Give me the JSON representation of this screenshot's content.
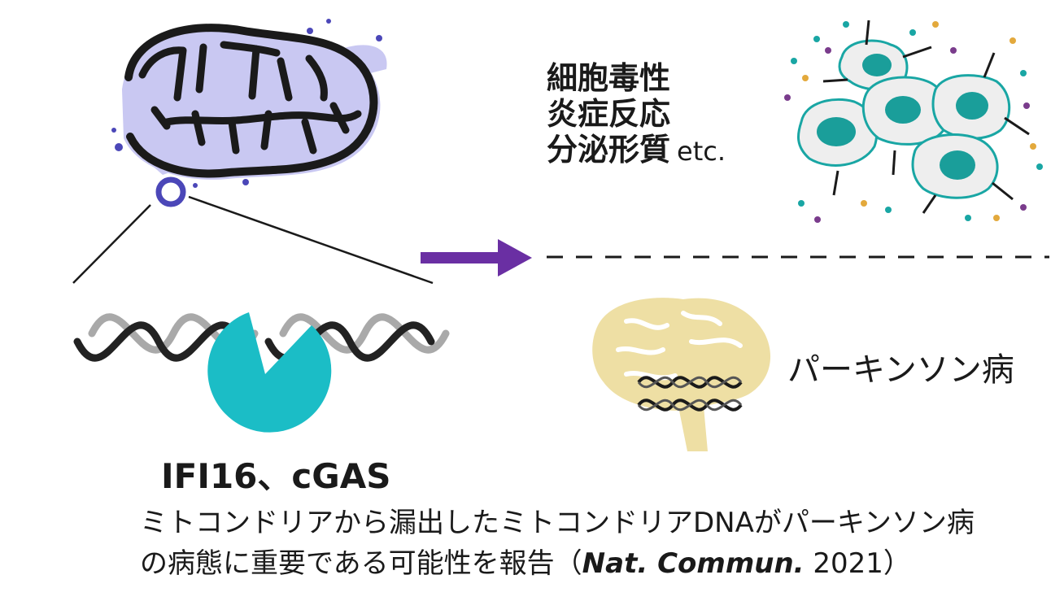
{
  "effects": {
    "line1": "細胞毒性",
    "line2": "炎症反応",
    "line3": "分泌形質",
    "etc": "etc."
  },
  "disease": {
    "label": "パーキンソン病"
  },
  "protein": {
    "label": "IFI16、cGAS"
  },
  "caption": {
    "line1": "ミトコンドリアから漏出したミトコンドリアDNAがパーキンソン病",
    "line2_pre": "の病態に重要である可能性を報告（",
    "journal": "Nat. Commun.",
    "year": " 2021）"
  },
  "colors": {
    "mito_fill": "#c9c8f2",
    "mito_outline": "#1a1a1a",
    "mtdna_ring": "#4b47b8",
    "arrow": "#6a2fa3",
    "protein": "#1bbdc6",
    "cell_fill": "#eeeeee",
    "cell_outline": "#19a6a4",
    "nucleus": "#1a9e9a",
    "brain": "#eedfa4",
    "dot_teal": "#19a6a4",
    "dot_purple": "#7a3c8c",
    "dot_orange": "#e3a93c"
  },
  "icons": {
    "mitochondrion": "mitochondrion-icon",
    "mtdna": "mtdna-ring-icon",
    "dna": "dna-double-helix-icon",
    "protein": "sensor-protein-icon",
    "cells": "damaged-cells-icon",
    "brain": "brain-icon"
  }
}
